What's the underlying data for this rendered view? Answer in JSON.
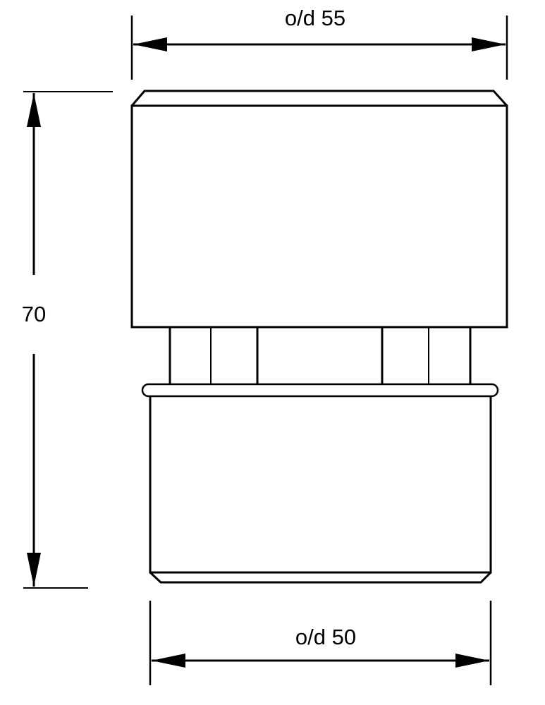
{
  "dimensions": {
    "top_width_label": "o/d 55",
    "bottom_width_label": "o/d 50",
    "height_label": "70"
  },
  "colors": {
    "line": "#000000",
    "background": "#ffffff"
  }
}
